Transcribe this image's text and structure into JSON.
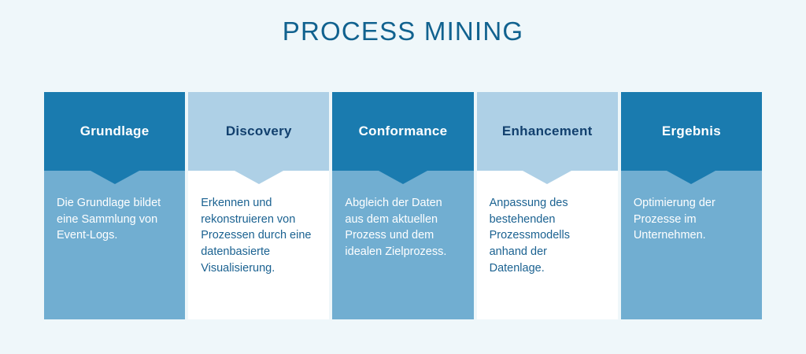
{
  "title": "PROCESS MINING",
  "colors": {
    "background": "#eff7fa",
    "title_blue": "#11628f",
    "header_dark": "#1a7baf",
    "header_light": "#aed0e6",
    "body_blue": "#71aed1",
    "body_white": "#ffffff",
    "text_navy": "#12406e",
    "text_blue": "#1b6291",
    "text_white": "#ffffff"
  },
  "columns": [
    {
      "header": "Grundlage",
      "body": "Die Grundlage bildet eine Sammlung von Event-Logs.",
      "variant": "dark"
    },
    {
      "header": "Discovery",
      "body": "Erkennen und rekonstruieren von Prozessen durch eine datenbasierte Visualisierung.",
      "variant": "light"
    },
    {
      "header": "Conformance",
      "body": "Abgleich der Daten aus dem aktuellen Prozess und dem idealen Zielprozess.",
      "variant": "dark"
    },
    {
      "header": "Enhancement",
      "body": "Anpassung des bestehenden Prozessmodells anhand der Datenlage.",
      "variant": "light"
    },
    {
      "header": "Ergebnis",
      "body": "Optimierung der Prozesse im Unternehmen.",
      "variant": "dark"
    }
  ]
}
